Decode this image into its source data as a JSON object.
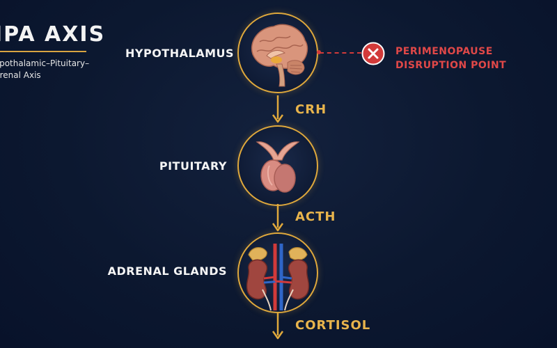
{
  "title": "IPA AXIS",
  "subtitle_lines": [
    "ypothalamic–Pituitary–",
    "drenal Axis"
  ],
  "nodes": [
    {
      "label": "HYPOTHALAMUS",
      "icon": "brain-icon"
    },
    {
      "label": "PITUITARY",
      "icon": "pituitary-gland-icon"
    },
    {
      "label": "ADRENAL GLANDS",
      "icon": "adrenal-kidneys-icon"
    }
  ],
  "hormones": [
    "CRH",
    "ACTH",
    "CORTISOL"
  ],
  "disruption": {
    "lines": [
      "PERIMENOPAUSE",
      "DISRUPTION POINT"
    ],
    "icon": "x-icon",
    "color": "#e04848"
  },
  "colors": {
    "background": "#0c1830",
    "accent": "#e0a93c",
    "hormone_text": "#e8b44c",
    "alert": "#d23a3a"
  }
}
